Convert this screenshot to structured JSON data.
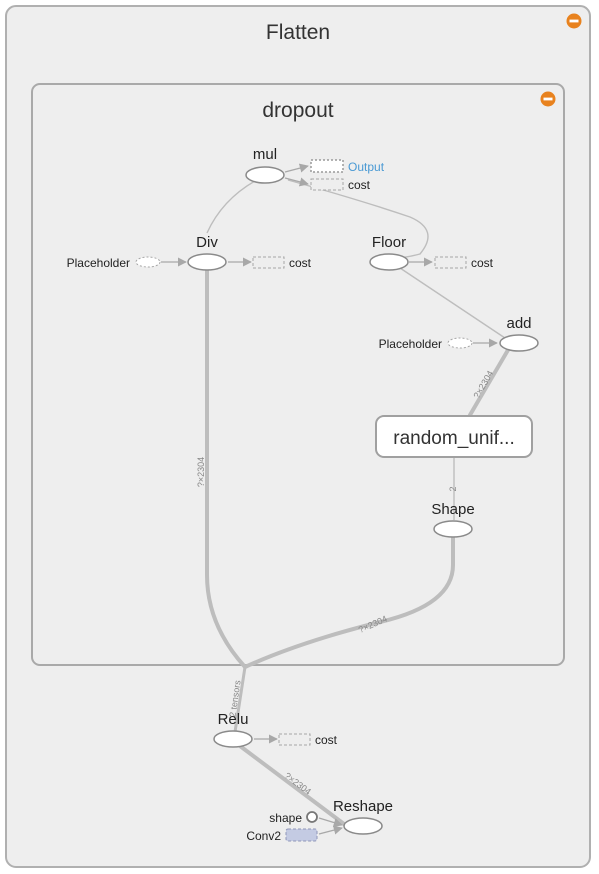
{
  "colors": {
    "group_fill": "#eeeeee",
    "group_stroke": "#b0b0b0",
    "edge": "#b8b8b8",
    "edge_thick": "#bdbdbd",
    "node_stroke": "#8a8a8a",
    "collapse_button": "#e8821e",
    "output_link": "#4a9ad4",
    "conv2_fill": "#c4cbe3"
  },
  "outer_group": {
    "title": "Flatten",
    "collapse_icon": "minus-circle-icon"
  },
  "inner_group": {
    "title": "dropout",
    "collapse_icon": "minus-circle-icon"
  },
  "nodes": {
    "mul": "mul",
    "div": "Div",
    "floor": "Floor",
    "add": "add",
    "random_uniform": "random_unif...",
    "shape_op": "Shape",
    "relu": "Relu",
    "reshape": "Reshape"
  },
  "aux": {
    "output": "Output",
    "mul_cost": "cost",
    "div_placeholder": "Placeholder",
    "div_cost": "cost",
    "floor_cost": "cost",
    "add_placeholder": "Placeholder",
    "relu_cost": "cost",
    "shape_const": "shape",
    "conv2": "Conv2"
  },
  "edge_labels": {
    "add_in": "?×2304",
    "shape_in": "2",
    "div_in": "?×2304",
    "shape_edge": "?×2304",
    "relu_out": "2 tensors",
    "reshape_in": "?×2304"
  }
}
